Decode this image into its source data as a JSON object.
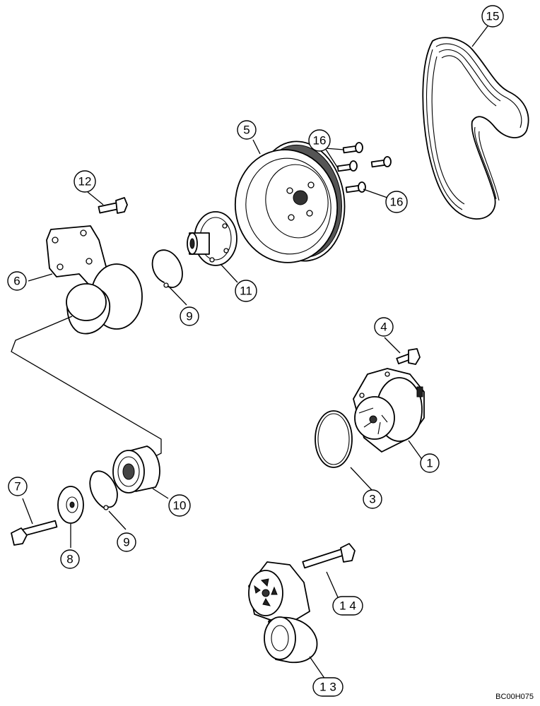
{
  "callouts": [
    {
      "id": "1",
      "label": "1"
    },
    {
      "id": "3",
      "label": "3"
    },
    {
      "id": "4",
      "label": "4"
    },
    {
      "id": "5",
      "label": "5"
    },
    {
      "id": "6",
      "label": "6"
    },
    {
      "id": "7",
      "label": "7"
    },
    {
      "id": "8",
      "label": "8"
    },
    {
      "id": "9a",
      "label": "9"
    },
    {
      "id": "9b",
      "label": "9"
    },
    {
      "id": "10",
      "label": "10"
    },
    {
      "id": "11",
      "label": "11"
    },
    {
      "id": "12",
      "label": "12"
    },
    {
      "id": "13",
      "label": "1 3"
    },
    {
      "id": "14",
      "label": "1 4"
    },
    {
      "id": "15",
      "label": "15"
    },
    {
      "id": "16a",
      "label": "16"
    },
    {
      "id": "16b",
      "label": "16"
    }
  ],
  "figure_ref": "BC00H075"
}
